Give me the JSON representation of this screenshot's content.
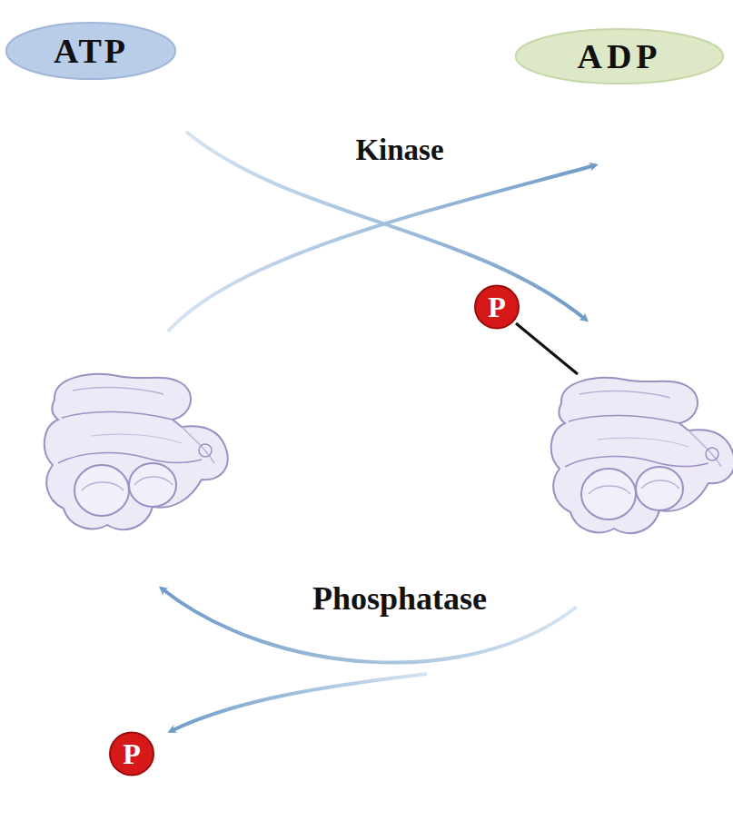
{
  "diagram": {
    "nodes": [
      {
        "text": [
          "ATP"
        ]
      },
      {
        "text": [
          "ADP"
        ]
      },
      {
        "text": [
          "P"
        ]
      },
      {
        "text": [
          "P"
        ]
      }
    ],
    "labels": [
      "Kinase",
      "Phosphatase"
    ]
  }
}
